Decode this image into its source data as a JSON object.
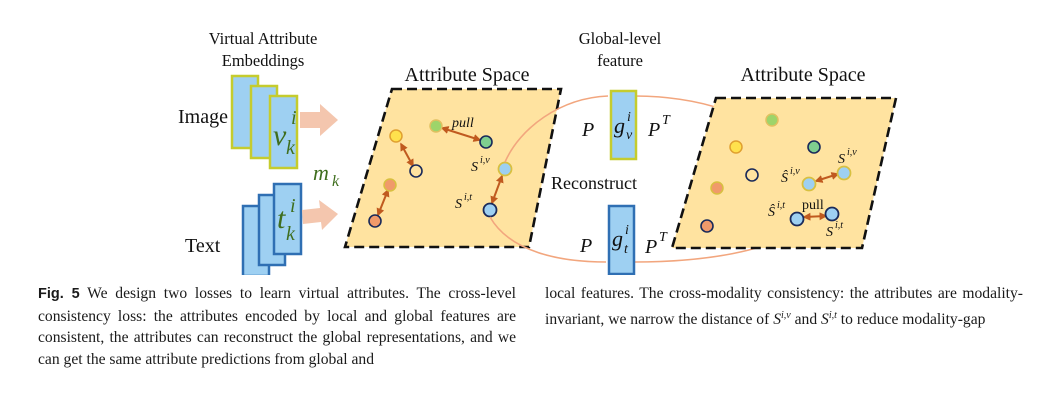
{
  "figure": {
    "left_header_line1": "Virtual Attribute",
    "left_header_line2": "Embeddings",
    "label_image": "Image",
    "label_text": "Text",
    "image_embed_main": "v",
    "image_embed_sup": "i",
    "image_embed_sub": "k",
    "text_embed_main": "t",
    "text_embed_sup": "i",
    "text_embed_sub": "k",
    "mask_main": "m",
    "mask_sub": "k",
    "space_left_title": "Attribute Space",
    "space_right_title": "Attribute Space",
    "global_header_line1": "Global-level",
    "global_header_line2": "feature",
    "gv_main": "g",
    "gv_sup": "i",
    "gv_sub": "v",
    "gt_main": "g",
    "gt_sup": "i",
    "gt_sub": "t",
    "P_top": "P",
    "PT_top": "P",
    "PT_top_sup": "T",
    "P_bottom": "P",
    "PT_bottom": "P",
    "PT_bottom_sup": "T",
    "reconstruct": "Reconstruct",
    "pull_left": "pull",
    "pull_right": "pull",
    "s_iv_left_main": "S",
    "s_iv_left_sup": "i,v",
    "s_it_left_main": "S",
    "s_it_left_sup": "i,t",
    "shat_iv_main": "Ŝ",
    "shat_iv_sup": "i,v",
    "shat_it_main": "Ŝ",
    "shat_it_sup": "i,t",
    "s_iv_right_main": "S",
    "s_iv_right_sup": "i,v",
    "s_it_right_main": "S",
    "s_it_right_sup": "i,t"
  },
  "caption": {
    "fig_label": "Fig. 5",
    "col1_text": "We design two losses to learn virtual attributes. The cross-level consistency loss: the attributes encoded by local and global features are consistent, the attributes can reconstruct the global representations, and we can get the same attribute predictions from global and",
    "col2_text_a": "local features. The cross-modality consistency: the attributes are modality-invariant, we narrow the distance of ",
    "col2_s1_main": "S",
    "col2_s1_sup": "i,v",
    "col2_and": " and ",
    "col2_s2_main": "S",
    "col2_s2_sup": "i,t",
    "col2_text_b": " to reduce modality-gap"
  },
  "colors": {
    "space_fill": "#ffe3a0",
    "vector_fill": "#9ed0f2",
    "image_border": "#c5cc2e",
    "text_border": "#2f6fb3",
    "arrow_orange": "#c05a1f",
    "curve_salmon": "#f2a67e",
    "mask_green": "#3f6e1e",
    "big_arrow": "#f4c6ae"
  }
}
